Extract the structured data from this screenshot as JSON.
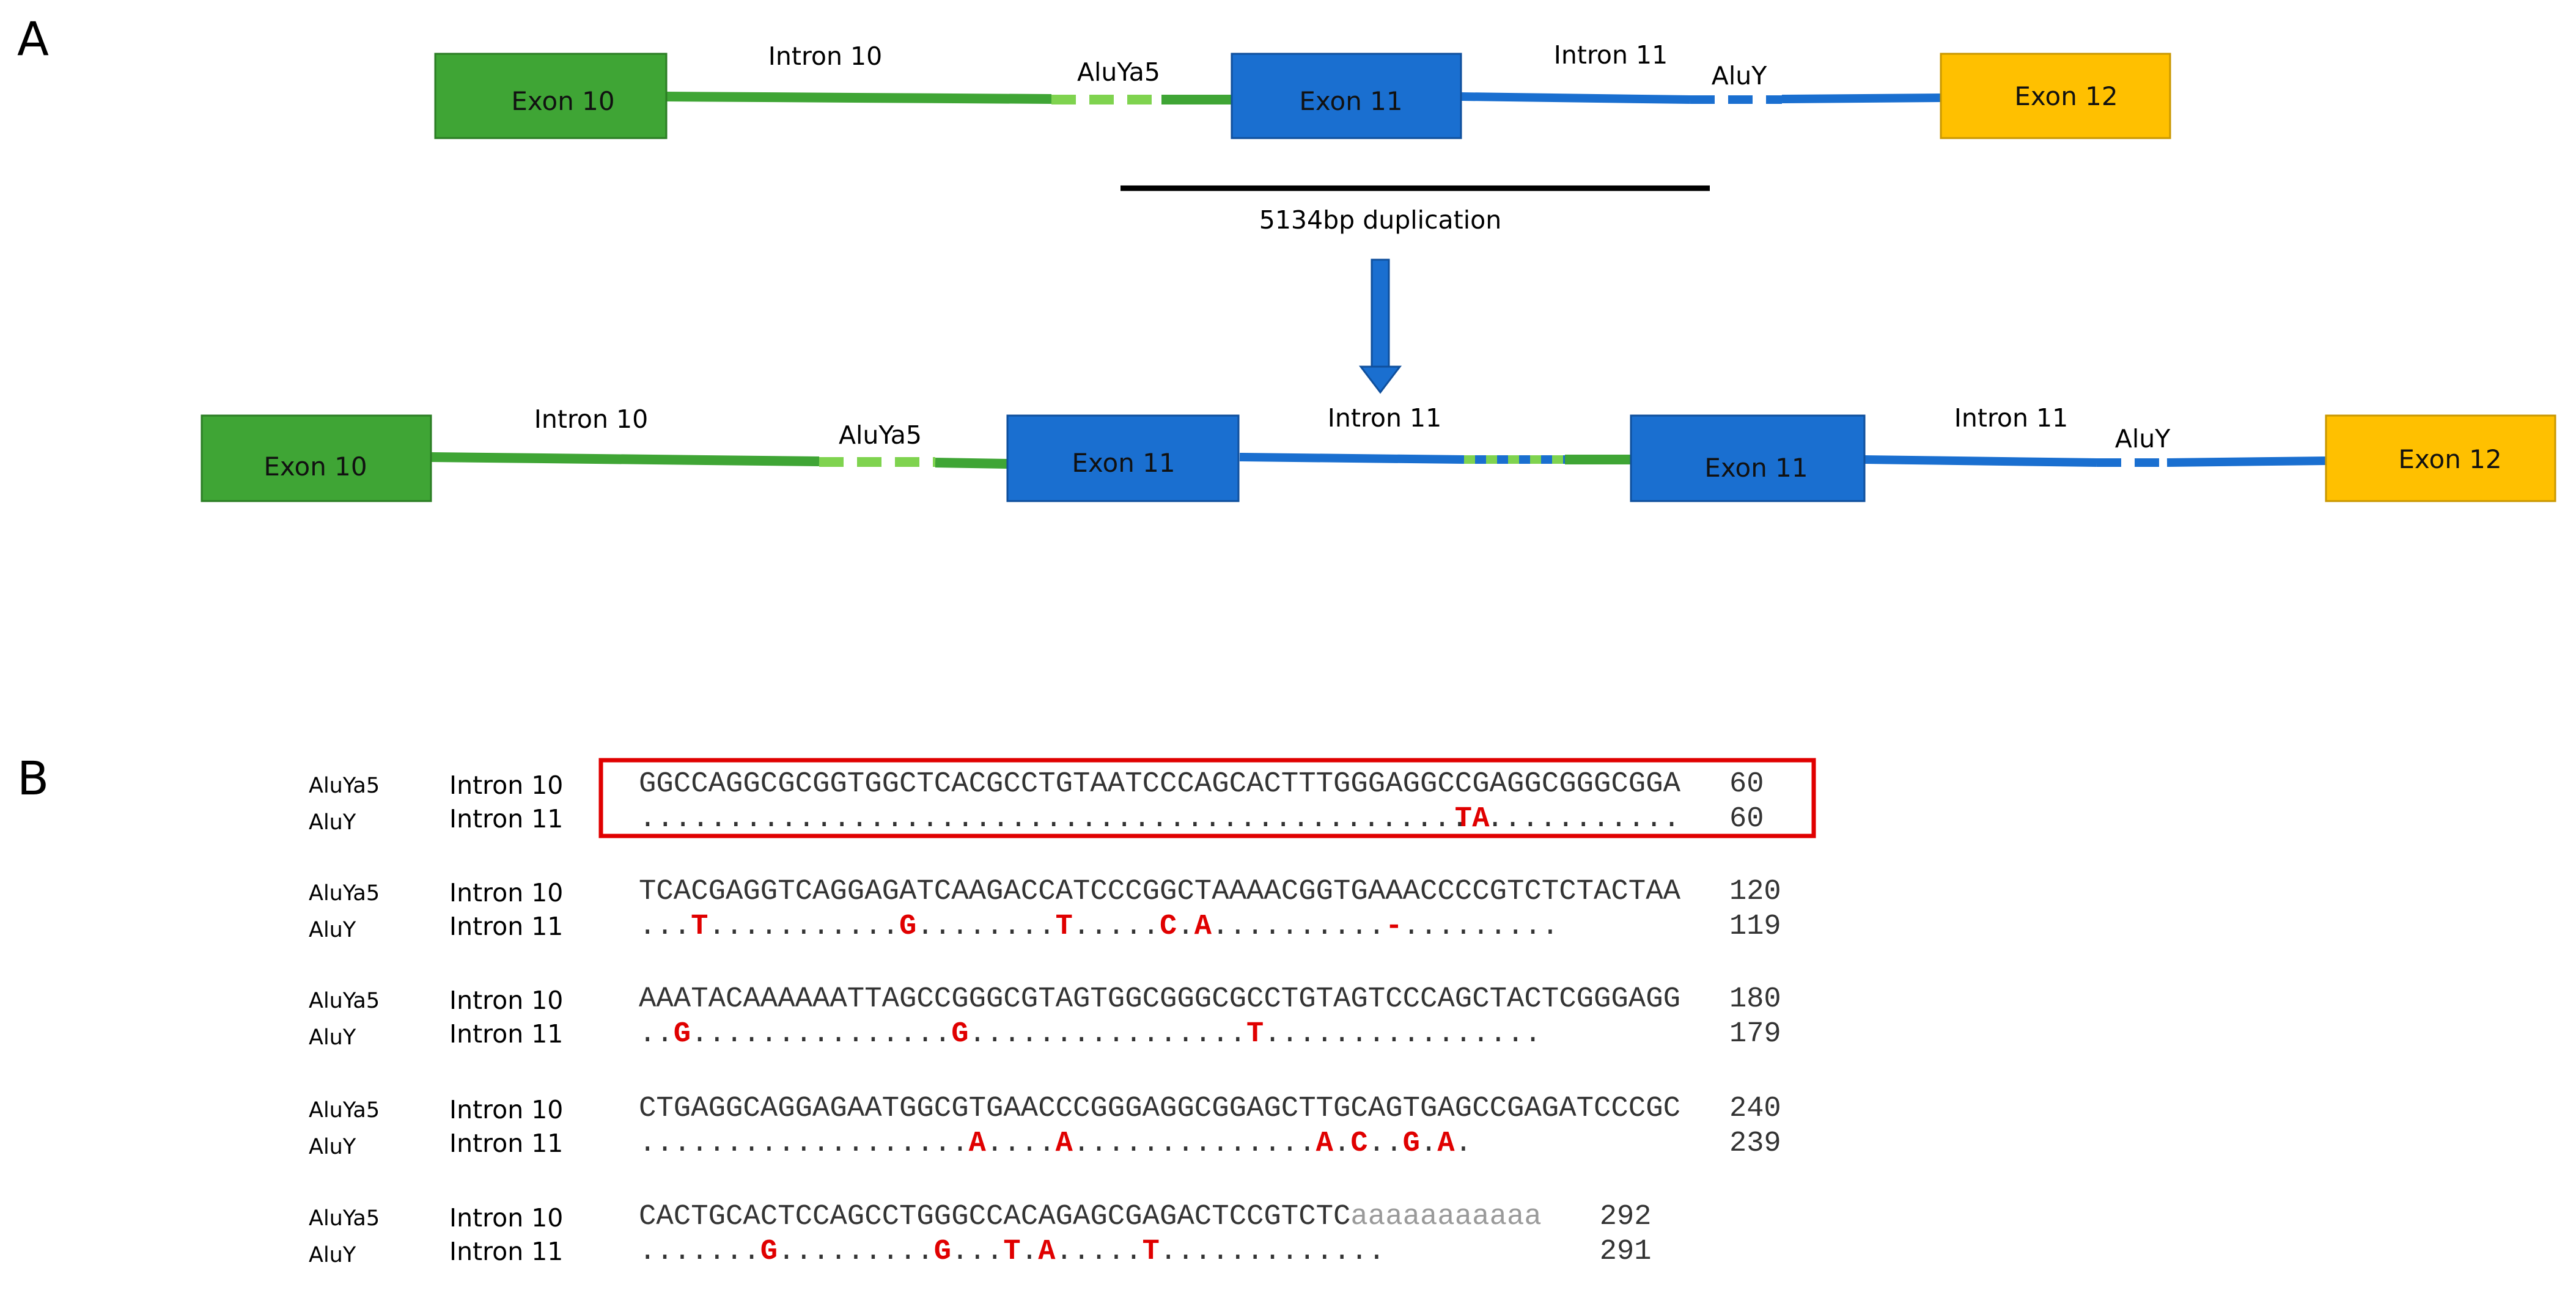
{
  "colors": {
    "exon10": "#3fa535",
    "exon11": "#1a6fd0",
    "exon12": "#ffc000",
    "intron10": "#3fa535",
    "intron11": "#1a6fd0",
    "alu_ya5_dash": "#7fd34f",
    "mutation": "#e00000"
  },
  "panel_a": {
    "letter": "A",
    "top_row": {
      "exon10": "Exon 10",
      "intron10": "Intron 10",
      "aluya5": "AluYa5",
      "exon11": "Exon 11",
      "intron11": "Intron 11",
      "aluy": "AluY",
      "exon12": "Exon 12"
    },
    "duplication_label": "5134bp duplication",
    "bottom_row": {
      "exon10": "Exon 10",
      "intron10": "Intron 10",
      "aluya5": "AluYa5",
      "exon11_first": "Exon 11",
      "intron11_mid": "Intron 11",
      "exon11_second": "Exon 11",
      "intron11_right": "Intron 11",
      "aluy": "AluY",
      "exon12": "Exon 12"
    }
  },
  "panel_b": {
    "letter": "B",
    "top_alu": "AluYa5",
    "top_intron": "Intron 10",
    "bottom_alu": "AluY",
    "bottom_intron": "Intron 11",
    "rows": [
      {
        "top_seq": "GGCCAGGCGCGGTGGCTCACGCCTGTAATCCCAGCACTTTGGGAGGCCGAGGCGGGCGGA",
        "top_tail": "",
        "top_num": "60",
        "bot_seq": "...............................................TA...........",
        "bot_num": "60"
      },
      {
        "top_seq": "TCACGAGGTCAGGAGATCAAGACCATCCCGGCTAAAACGGTGAAACCCCGTCTCTACTAA",
        "top_tail": "",
        "top_num": "120",
        "bot_seq": "...T...........G........T.....C.A..........-.........",
        "bot_num": "119"
      },
      {
        "top_seq": "AAATACAAAAAATTAGCCGGGCGTAGTGGCGGGCGCCTGTAGTCCCAGCTACTCGGGAGG",
        "top_tail": "",
        "top_num": "180",
        "bot_seq": "..G...............G................T................",
        "bot_num": "179"
      },
      {
        "top_seq": "CTGAGGCAGGAGAATGGCGTGAACCCGGGAGGCGGAGCTTGCAGTGAGCCGAGATCCCGC",
        "top_tail": "",
        "top_num": "240",
        "bot_seq": "...................A....A..............A.C..G.A.",
        "bot_num": "239"
      },
      {
        "top_seq": "CACTGCACTCCAGCCTGGGCCACAGAGCGAGACTCCGTCTC",
        "top_tail": "aaaaaaaaaaa",
        "top_num": "292",
        "bot_seq": ".......G.........G...T.A.....T.............",
        "bot_num": "291"
      }
    ]
  }
}
